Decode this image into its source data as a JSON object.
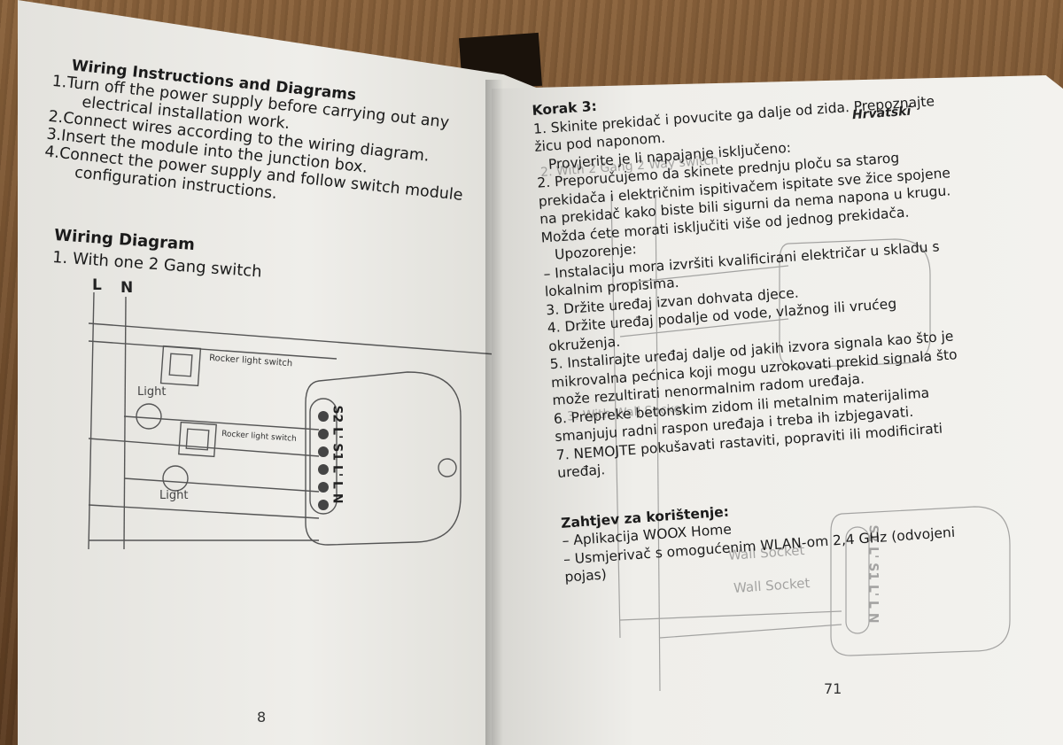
{
  "left_page": {
    "heading": "Wiring Instructions and Diagrams",
    "steps": [
      "1.Turn off the power supply before carrying out any",
      "electrical installation work.",
      "2.Connect wires according to the wiring diagram.",
      "3.Insert the module into the junction box.",
      "4.Connect the power supply and follow switch module",
      "configuration instructions."
    ],
    "diagram_title": "Wiring Diagram",
    "diagram_subtitle": "1. With one 2 Gang switch",
    "labels": {
      "L": "L",
      "N": "N",
      "switch1": "Rocker light switch",
      "switch2": "Rocker light switch",
      "light1": "Light",
      "light2": "Light",
      "module": "S2 L' S1 L' L N"
    },
    "page_number": "8"
  },
  "right_page": {
    "language": "Hrvatski",
    "lines": [
      {
        "text": "Korak 3:",
        "bold": true
      },
      {
        "text": "1. Skinite prekidač i povucite ga dalje od zida. Prepoznajte",
        "bold": false
      },
      {
        "text": "žicu pod naponom.",
        "bold": false
      },
      {
        "text": "Provjerite je li napajanje isključeno:",
        "bold": false
      },
      {
        "text": "2. Preporučujemo da skinete prednju ploču sa starog",
        "bold": false
      },
      {
        "text": "prekidača i električnim ispitivačem ispitate sve žice spojene",
        "bold": false
      },
      {
        "text": "na prekidač kako biste bili sigurni da nema napona u krugu.",
        "bold": false
      },
      {
        "text": "Možda ćete morati isključiti više od jednog prekidača.",
        "bold": false
      },
      {
        "text": "Upozorenje:",
        "bold": false
      },
      {
        "text": "– Instalaciju mora izvršiti kvalificirani električar u skladu s",
        "bold": false
      },
      {
        "text": "lokalnim propisima.",
        "bold": false
      },
      {
        "text": "3. Držite uređaj izvan dohvata djece.",
        "bold": false
      },
      {
        "text": "4. Držite uređaj podalje od vode, vlažnog ili vrućeg",
        "bold": false
      },
      {
        "text": "okruženja.",
        "bold": false
      },
      {
        "text": "5. Instalirajte uređaj dalje od jakih izvora signala kao što je",
        "bold": false
      },
      {
        "text": "mikrovalna pećnica koji mogu uzrokovati prekid signala što",
        "bold": false
      },
      {
        "text": "može rezultirati nenormalnim radom uređaja.",
        "bold": false
      },
      {
        "text": "6. Prepreke betonskim zidom ili metalnim materijalima",
        "bold": false
      },
      {
        "text": "smanjuju radni raspon uređaja i treba ih izbjegavati.",
        "bold": false
      },
      {
        "text": "7. NEMOJTE pokušavati rastaviti, popraviti ili modificirati",
        "bold": false
      },
      {
        "text": "uređaj.",
        "bold": false
      },
      {
        "text": "",
        "bold": false
      },
      {
        "text": "Zahtjev za korištenje:",
        "bold": true
      },
      {
        "text": "– Aplikacija WOOX Home",
        "bold": false
      },
      {
        "text": "– Usmjerivač s omogućenim WLAN-om 2,4 GHz (odvojeni",
        "bold": false
      },
      {
        "text": "pojas)",
        "bold": false
      }
    ],
    "ghost_text": {
      "gang": "2. With 2 Gang 2 Way switch",
      "wall": "3. With Wall Socket",
      "socket1": "Wall Socket",
      "socket2": "Wall Socket",
      "module": "S2 L' S1 L' L N"
    },
    "page_number": "71"
  }
}
